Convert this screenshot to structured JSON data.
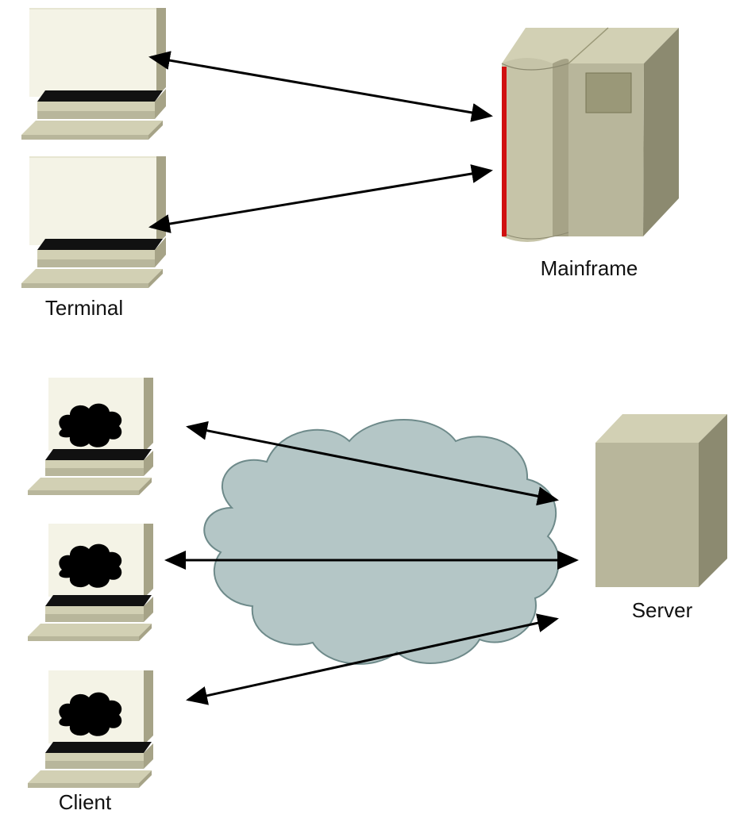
{
  "labels": {
    "terminal": "Terminal",
    "mainframe": "Mainframe",
    "server": "Server",
    "client": "Client"
  },
  "colors": {
    "device_face": "#D2D0B4",
    "device_side": "#A6A387",
    "device_shadow": "#8C8A70",
    "device_front": "#B8B69B",
    "screen_bezel": "#111111",
    "mainframe_accent": "#D01010",
    "mainframe_panel": "#9A9878",
    "cloud_fill": "#B4C6C6",
    "cloud_stroke": "#6E8A8A",
    "arrow": "#000000",
    "background": "#FFFFFF"
  },
  "icons": {
    "terminal": "terminal-icon",
    "mainframe": "mainframe-icon",
    "server": "server-icon",
    "client": "client-workstation-icon",
    "network": "network-cloud-icon",
    "client_screen": "cloud-glyph-icon"
  }
}
